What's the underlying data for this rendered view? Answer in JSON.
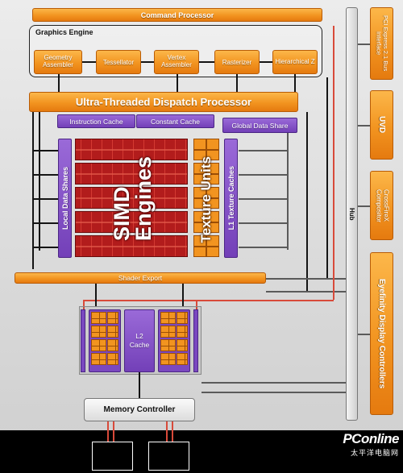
{
  "command_processor": "Command Processor",
  "graphics_engine": {
    "title": "Graphics Engine",
    "units": [
      "Geometry Assembler",
      "Tessellator",
      "Vertex Assembler",
      "Rasterizer",
      "Hierarchical Z"
    ]
  },
  "dispatch": "Ultra-Threaded Dispatch Processor",
  "caches": {
    "instruction": "Instruction Cache",
    "constant": "Constant Cache",
    "global_data_share": "Global Data Share"
  },
  "compute": {
    "local_data_shares": "Local Data Shares",
    "simd_line1": "SIMD",
    "simd_line2": "Engines",
    "texture_units": "Texture Units",
    "l1_texture_caches": "L1 Texture Caches"
  },
  "shader_export": "Shader Export",
  "l2_cache": "L2 Cache",
  "memory_controller": "Memory Controller",
  "hub": "Hub",
  "right_blocks": [
    "PCI Express 2.1 Bus Interface",
    "UVD",
    "CrossFireX Compositor",
    "Eyefinity Display Controllers"
  ],
  "watermark": {
    "brand": "PConline",
    "sub": "太平洋电脑网"
  },
  "colors": {
    "orange": "#f29420",
    "purple": "#7a48c0",
    "simd_red": "#b21c1c",
    "wire": "#141414"
  }
}
